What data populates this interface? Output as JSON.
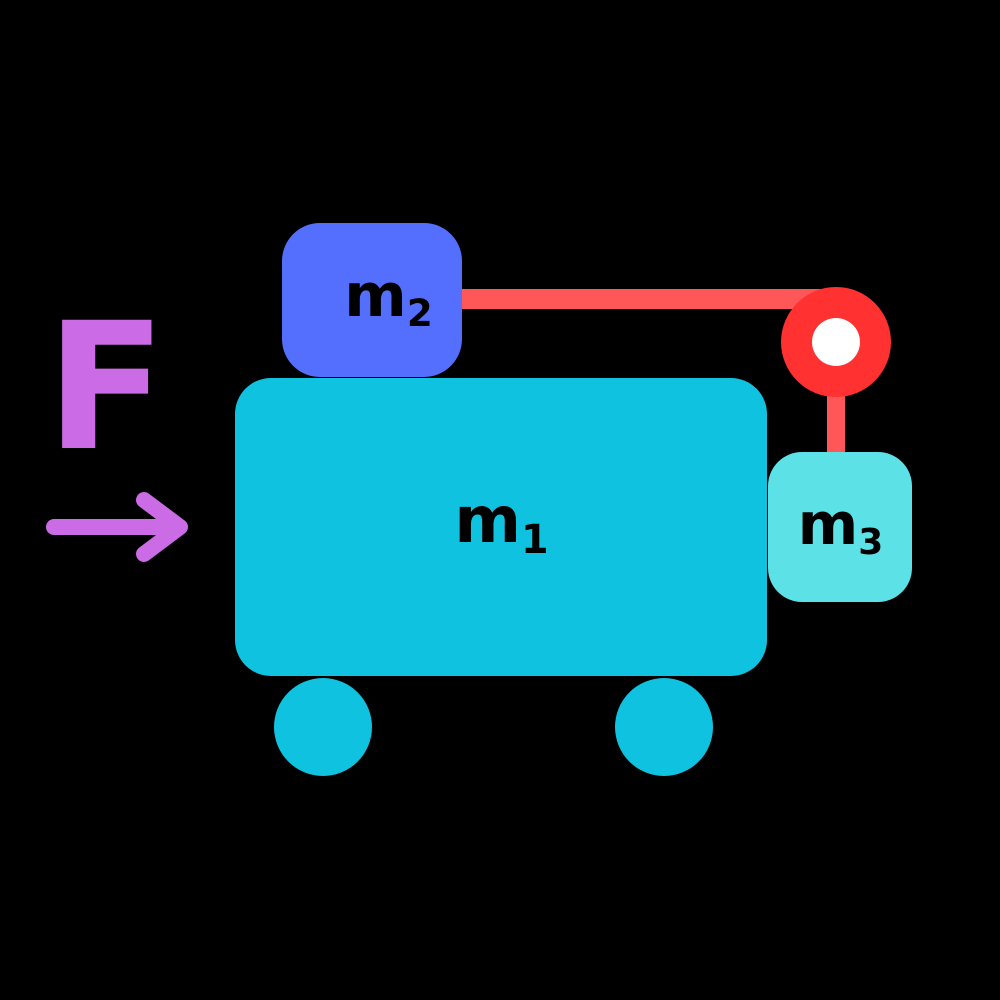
{
  "force": {
    "label": "F",
    "color": "#cb6ce6"
  },
  "blocks": {
    "m1": {
      "base": "m",
      "subscript": "1",
      "color": "#0ec2e0"
    },
    "m2": {
      "base": "m",
      "subscript": "2",
      "color": "#546ffd"
    },
    "m3": {
      "base": "m",
      "subscript": "3",
      "color": "#5ce1e6"
    }
  },
  "rope_color": "#ff5757",
  "pulley_color": "#ff3131",
  "wheel_color": "#0ec2e0",
  "background_color": "#000000"
}
